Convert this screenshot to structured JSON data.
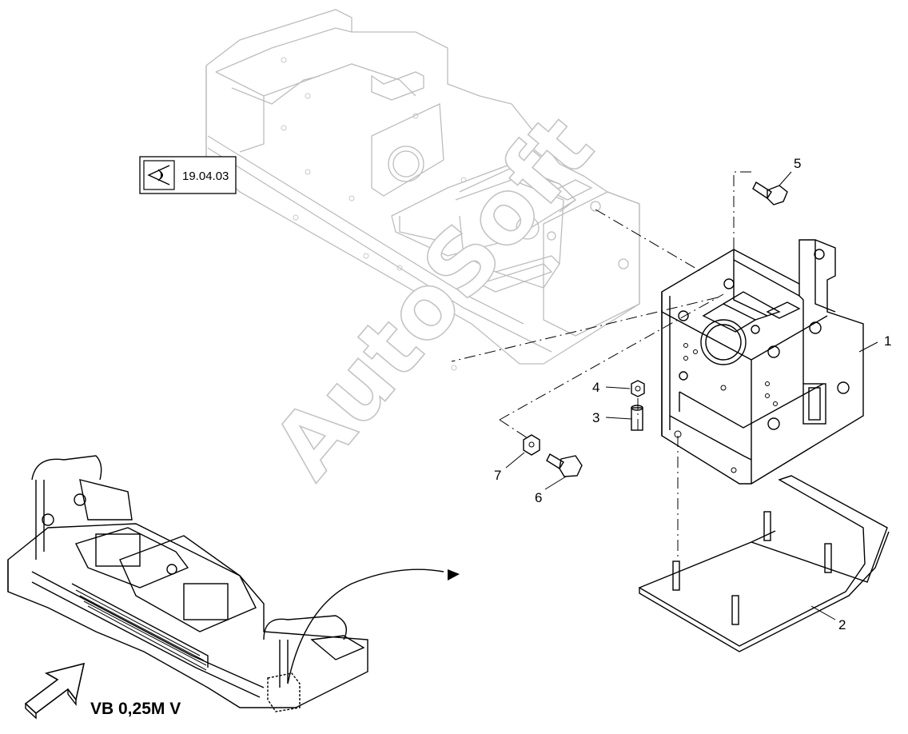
{
  "reference": {
    "icon": "eye-icon",
    "code": "19.04.03"
  },
  "watermark": "AutoSoft",
  "variant_label": "VB 0,25M V",
  "callouts": [
    {
      "id": "part-1",
      "number": "1"
    },
    {
      "id": "part-2",
      "number": "2"
    },
    {
      "id": "part-3",
      "number": "3"
    },
    {
      "id": "part-4",
      "number": "4"
    },
    {
      "id": "part-5",
      "number": "5"
    },
    {
      "id": "part-6",
      "number": "6"
    },
    {
      "id": "part-7",
      "number": "7"
    }
  ],
  "colors": {
    "line": "#000000",
    "ghost": "#bdbdbd",
    "background": "#ffffff"
  }
}
